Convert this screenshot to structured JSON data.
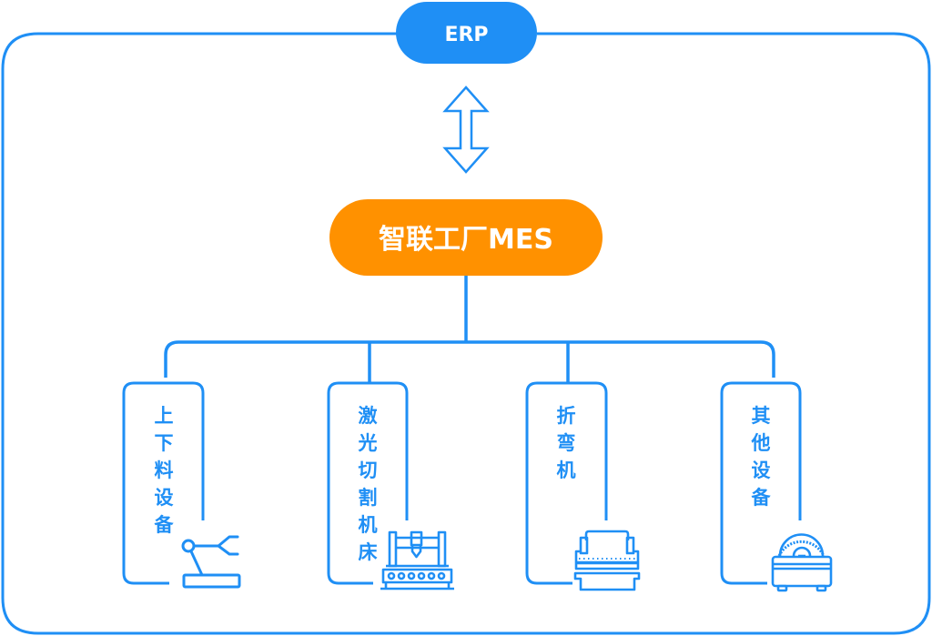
{
  "colors": {
    "primary_blue": "#1f8ff5",
    "accent_orange": "#ff9100",
    "text_on_fill": "#ffffff",
    "background": "#ffffff"
  },
  "erp": {
    "label": "ERP"
  },
  "connector": {
    "icon": "double-arrow-vertical-icon"
  },
  "mes": {
    "label": "智联工厂MES"
  },
  "devices": [
    {
      "label": "上下料设备",
      "chars": [
        "上",
        "下",
        "料",
        "设",
        "备"
      ],
      "icon": "robot-arm-icon"
    },
    {
      "label": "激光切割机床",
      "chars": [
        "激",
        "光",
        "切",
        "割",
        "机",
        "床"
      ],
      "icon": "laser-cutter-icon"
    },
    {
      "label": "折弯机",
      "chars": [
        "折",
        "弯",
        "机"
      ],
      "icon": "press-brake-icon"
    },
    {
      "label": "其他设备",
      "chars": [
        "其",
        "他",
        "设",
        "备"
      ],
      "icon": "circular-saw-icon"
    }
  ]
}
